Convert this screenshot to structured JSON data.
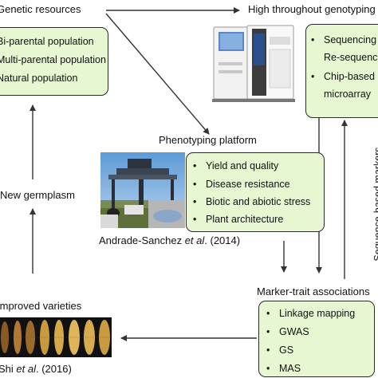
{
  "genetic_resources": {
    "title": "Genetic resources",
    "items": [
      "Bi-parental population",
      "Multi-parental population",
      "Natural population"
    ]
  },
  "genotyping": {
    "title": "High throughout genotyping",
    "items": [
      {
        "bullet": "•",
        "text": "Sequencing"
      },
      {
        "bullet": "",
        "text": "Re-sequencing"
      },
      {
        "bullet": "•",
        "text": "Chip-based"
      },
      {
        "bullet": "",
        "text": "microarray"
      }
    ]
  },
  "phenotyping": {
    "title": "Phenotyping platform",
    "items": [
      "Yield and quality",
      "Disease resistance",
      "Biotic and abiotic stress",
      "Plant architecture"
    ],
    "citation_author": "Andrade-Sanchez ",
    "citation_etal": "et al",
    "citation_rest": ". (2014)"
  },
  "new_germplasm": {
    "label": "New germplasm"
  },
  "sequence_markers": {
    "label": "Sequence-based markers"
  },
  "associations": {
    "title": "Marker-trait associations",
    "items": [
      "Linkage mapping",
      "GWAS",
      "GS",
      "MAS"
    ]
  },
  "improved_varieties": {
    "title": "Improved varieties",
    "citation_author": "Shi ",
    "citation_etal": "et al",
    "citation_rest": ". (2016)"
  },
  "colors": {
    "box_fill": "#e6f7d2",
    "box_border": "#2a2a2a",
    "arrow": "#333333"
  }
}
